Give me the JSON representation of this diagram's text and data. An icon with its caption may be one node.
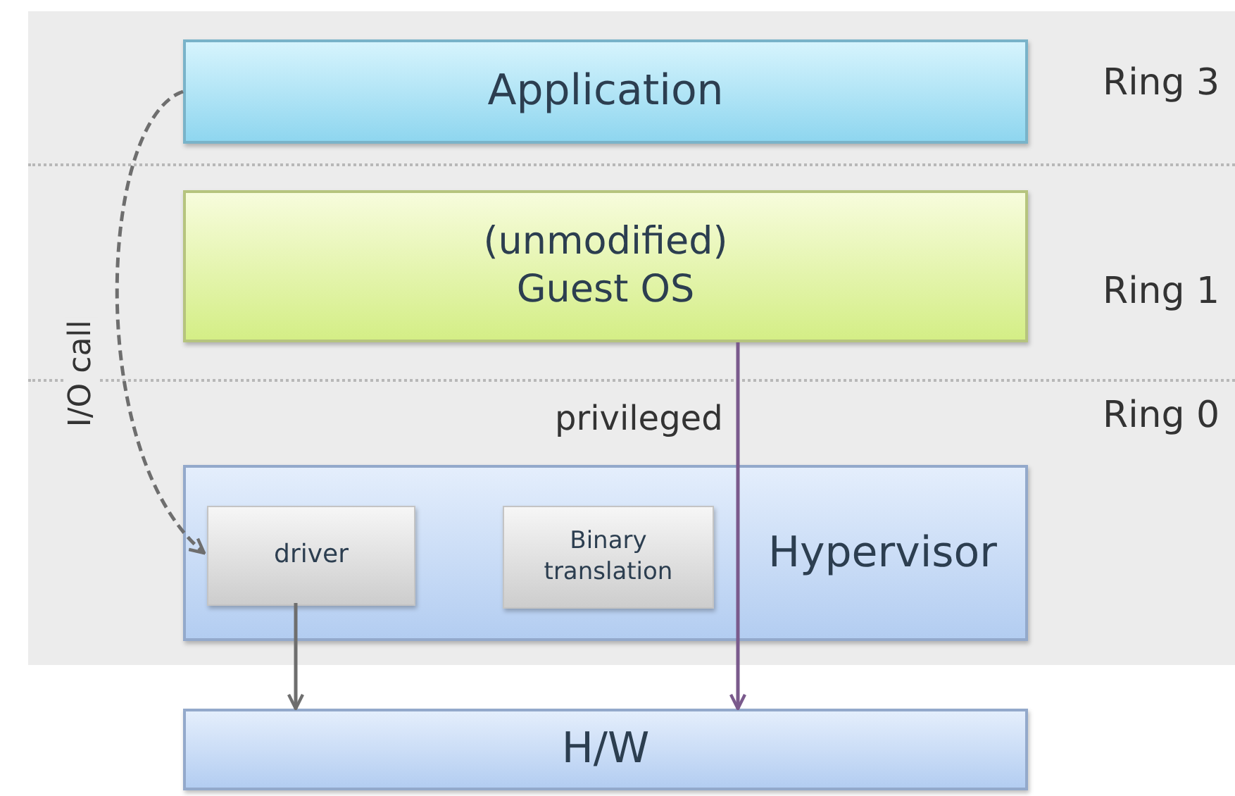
{
  "diagram": {
    "nodes": [
      {
        "text": [
          "Application"
        ]
      },
      {
        "text": [
          "(unmodified) Guest OS"
        ]
      },
      {
        "text": [
          "Hypervisor"
        ]
      },
      {
        "text": [
          "driver"
        ],
        "in": 2
      },
      {
        "text": [
          "Binary translation"
        ],
        "in": 2
      },
      {
        "text": [
          "H/W"
        ]
      }
    ],
    "edges": [
      {
        "from": 0,
        "to": 3,
        "arrow": "to",
        "label": "I/O call",
        "style": "dashed"
      },
      {
        "from": 1,
        "to": 5,
        "arrow": "to",
        "label": "privileged",
        "color": "#7a5a8c"
      },
      {
        "from": 3,
        "to": 5,
        "arrow": "to"
      }
    ],
    "labels": [
      "Ring 3",
      "Ring 1",
      "Ring 0"
    ]
  }
}
